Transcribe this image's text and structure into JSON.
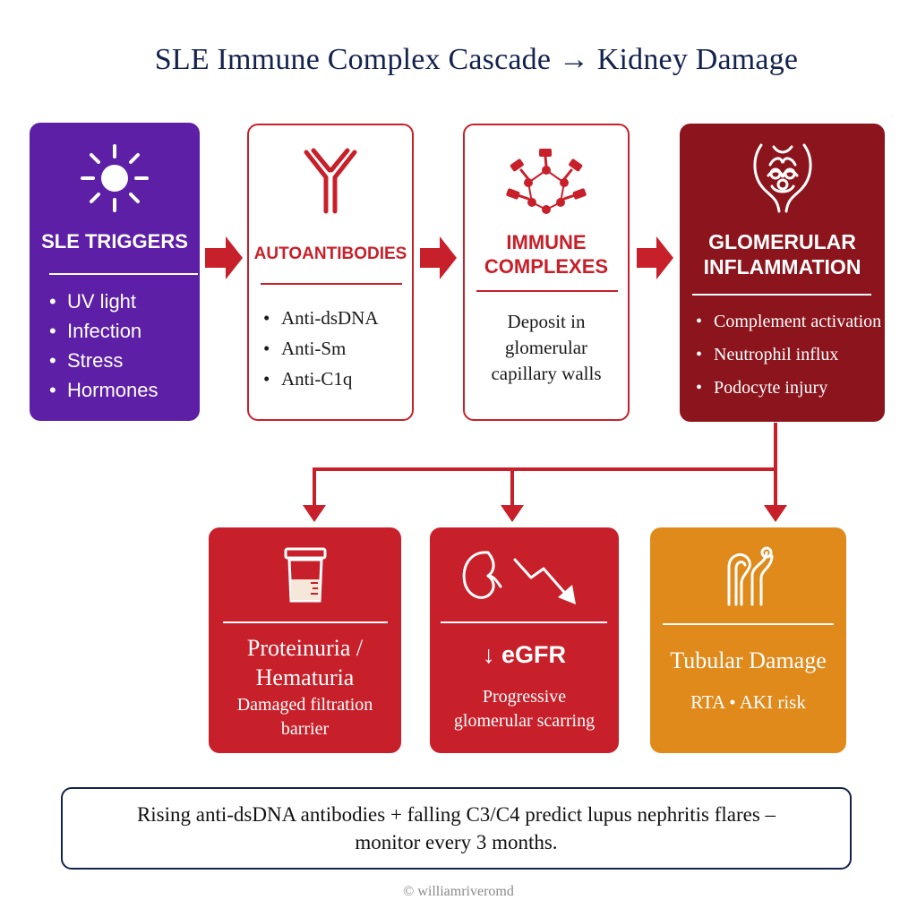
{
  "title": "SLE Immune Complex Cascade → Kidney Damage",
  "colors": {
    "navy": "#14224e",
    "purple": "#5c1fa6",
    "red": "#c8202a",
    "dark_red": "#8c141c",
    "orange": "#e08a1c"
  },
  "cards": {
    "triggers": {
      "icon": "sun-icon",
      "heading": "SLE TRIGGERS",
      "items": [
        "UV light",
        "Infection",
        "Stress",
        "Hormones"
      ]
    },
    "autoantibodies": {
      "icon": "antibody-icon",
      "heading": "AUTOANTIBODIES",
      "items": [
        "Anti-dsDNA",
        "Anti-Sm",
        "Anti-C1q"
      ]
    },
    "complexes": {
      "icon": "immune-complex-icon",
      "heading_line1": "IMMUNE",
      "heading_line2": "COMPLEXES",
      "body_line1": "Deposit in",
      "body_line2": "glomerular",
      "body_line3": "capillary walls"
    },
    "glomerular": {
      "icon": "glomerulus-icon",
      "heading_line1": "GLOMERULAR",
      "heading_line2": "INFLAMMATION",
      "items": [
        "Complement activation",
        "Neutrophil influx",
        "Podocyte injury"
      ]
    },
    "proteinuria": {
      "icon": "urine-cup-icon",
      "heading_line1": "Proteinuria /",
      "heading_line2": "Hematuria",
      "body_line1": "Damaged filtration",
      "body_line2": "barrier"
    },
    "egfr": {
      "icon": "kidney-decline-icon",
      "heading": "↓ eGFR",
      "body_line1": "Progressive",
      "body_line2": "glomerular scarring"
    },
    "tubular": {
      "icon": "tubule-icon",
      "heading": "Tubular Damage",
      "body": "RTA • AKI risk"
    }
  },
  "callout": {
    "line1": "Rising anti-dsDNA antibodies + falling C3/C4 predict lupus nephritis flares –",
    "line2": "monitor every 3 months."
  },
  "footer": "© williamriveromd"
}
